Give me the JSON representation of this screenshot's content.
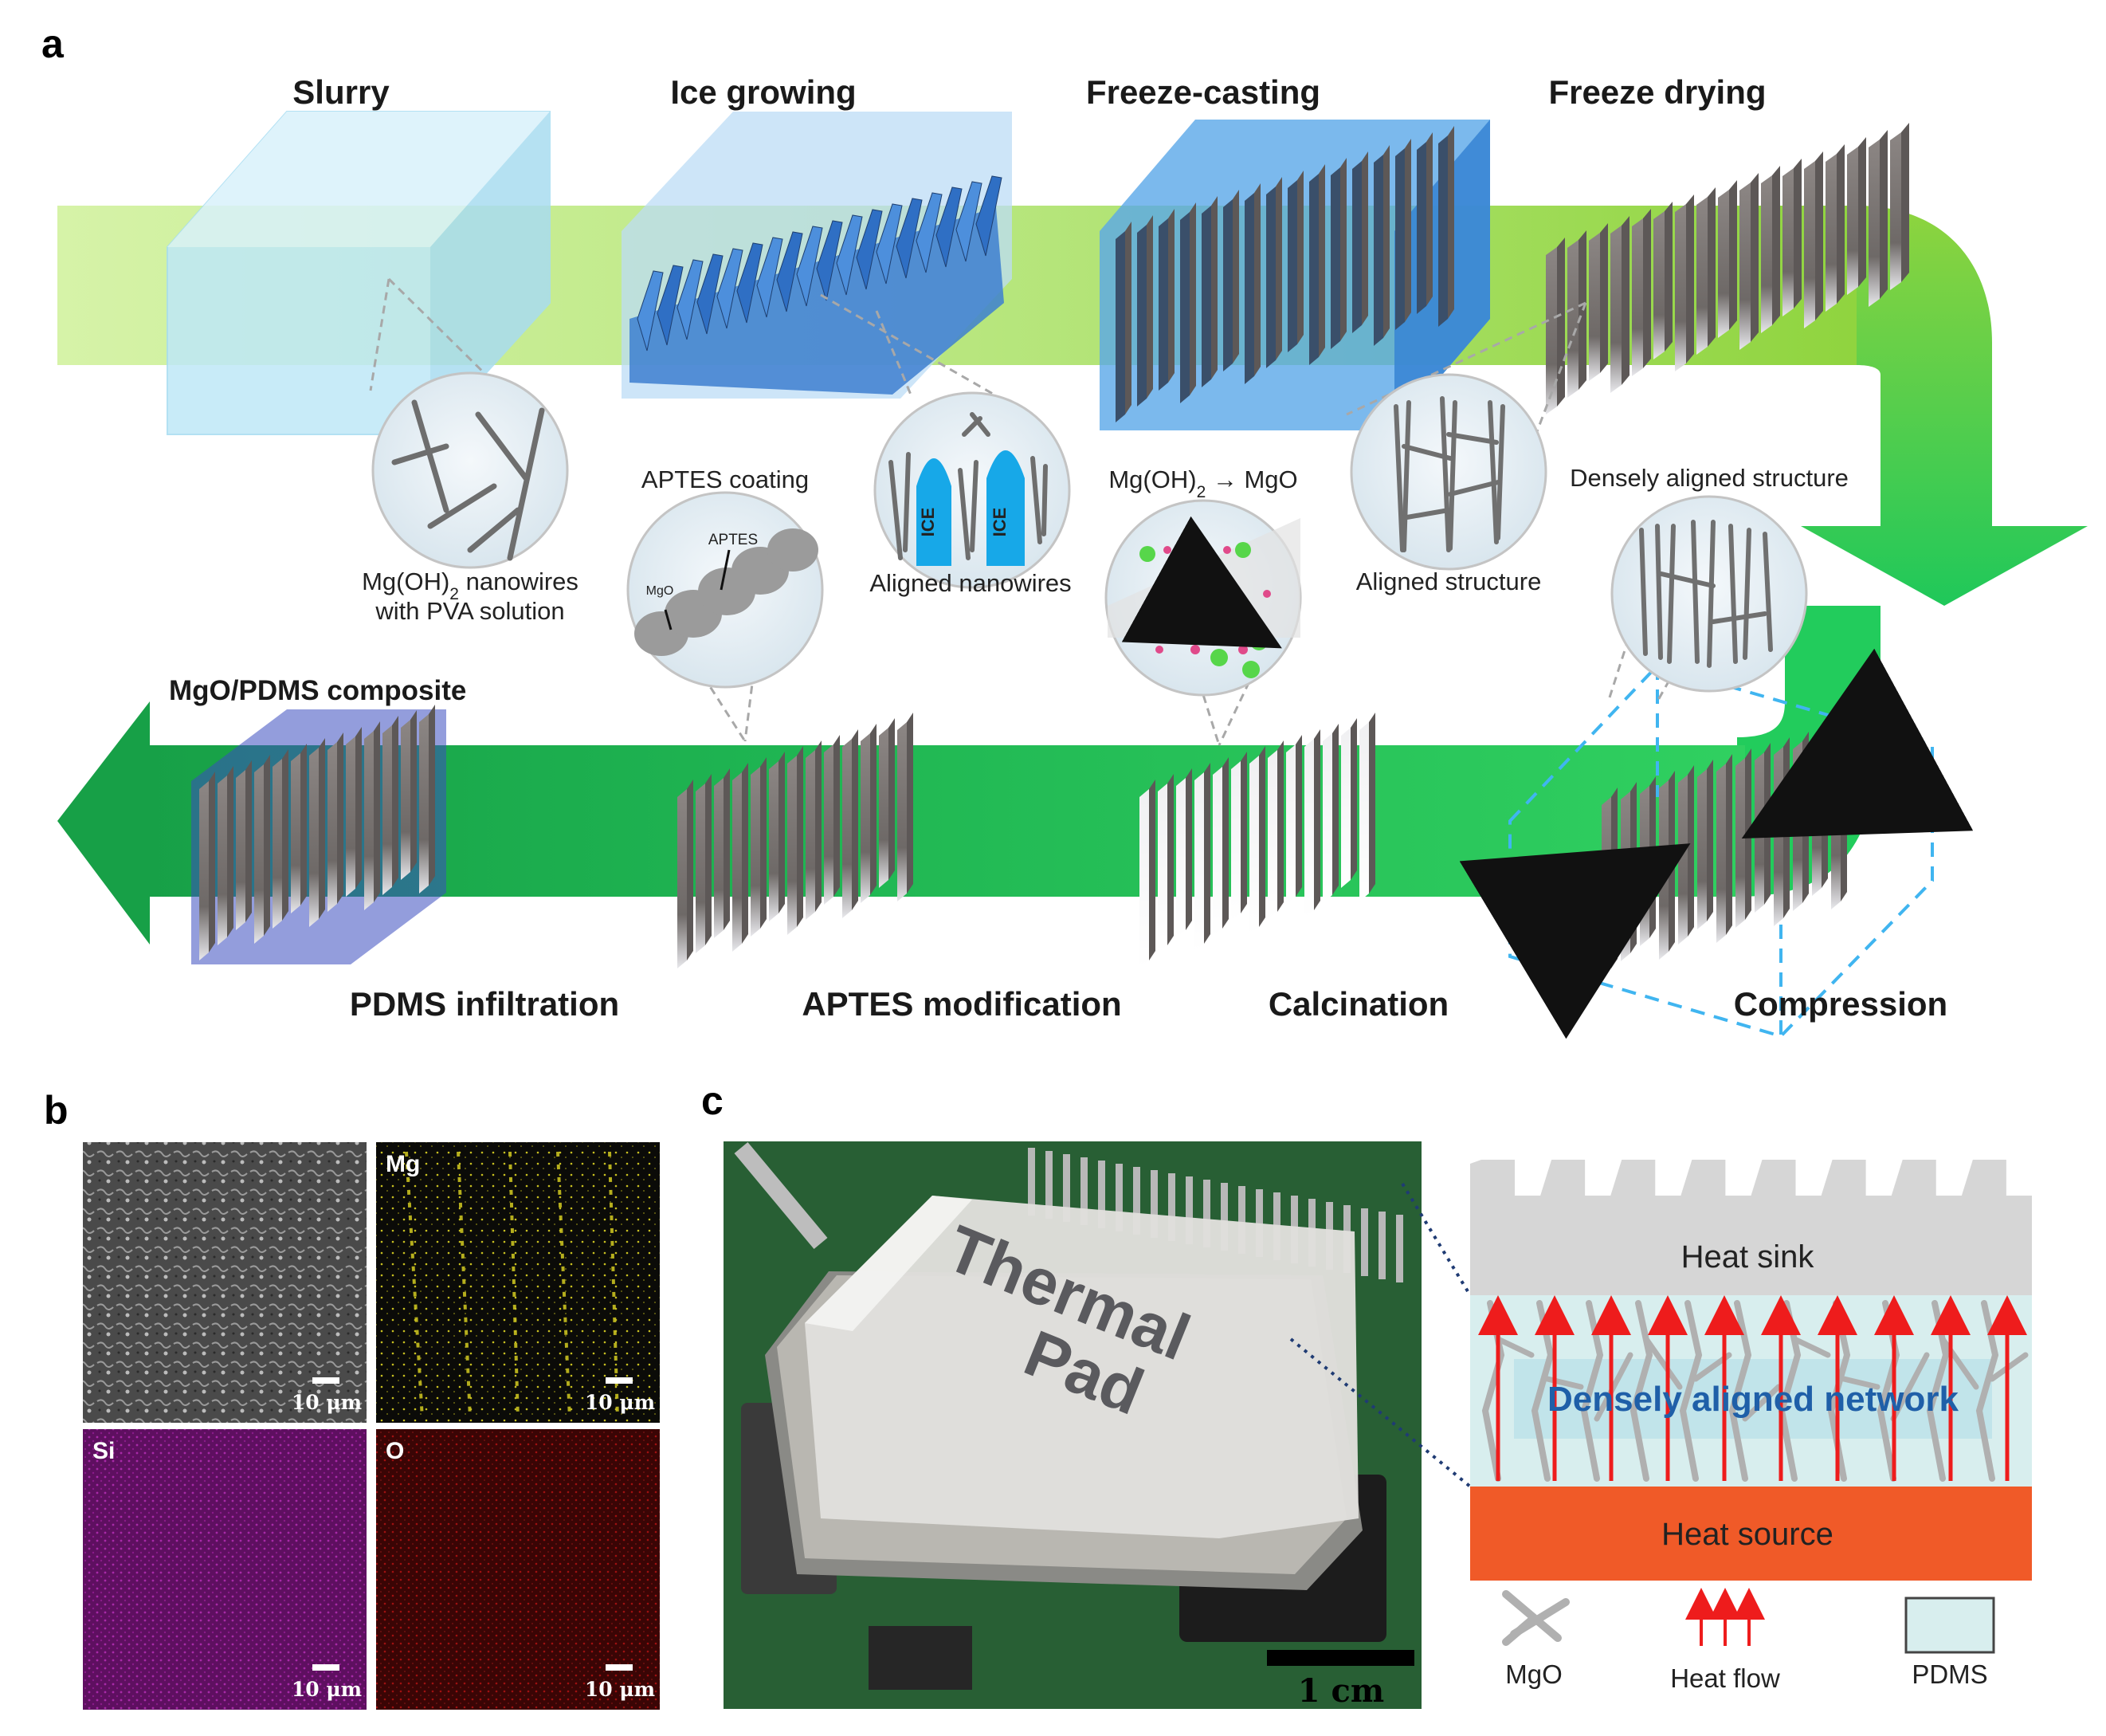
{
  "colors": {
    "arrow_light": "#d6f3a8",
    "arrow_mid": "#8fd43e",
    "arrow_green": "#1fc85a",
    "arrow_dark": "#17a047",
    "ice_blue": "#5aa7e8",
    "slurry_blue": "#bfe8f7",
    "wall_gray": "#7f7a78",
    "pdms_fill": "#d8eeee",
    "heat_source": "#f05a28",
    "heat_sink": "#d6d6d6",
    "heat_flow": "#ee1c1c",
    "network_text": "#1f5fa8",
    "mg_map": "#c8c020",
    "si_map": "#8a1a8a",
    "o_map": "#8a0d0d",
    "compress_box": "#40b5f0"
  },
  "panel_a": {
    "panel_label": "a",
    "top_steps": [
      "Slurry",
      "Ice growing",
      "Freeze-casting",
      "Freeze drying"
    ],
    "bottom_steps": [
      "PDMS infiltration",
      "APTES modification",
      "Calcination",
      "Compression"
    ],
    "composite_label": "MgO/PDMS composite",
    "callouts": {
      "nanowires_line1": "Mg(OH)",
      "nanowires_sub": "2",
      "nanowires_line1_tail": " nanowires",
      "nanowires_line2": "with PVA solution",
      "aptes_coating": "APTES coating",
      "aptes_inner": "APTES",
      "mgo_inner": "MgO",
      "aligned_nanowires": "Aligned nanowires",
      "ice_label": "ICE",
      "conversion_pre": "Mg(OH)",
      "conversion_sub": "2",
      "conversion_post": " → MgO",
      "aligned_structure": "Aligned structure",
      "densely_aligned_structure": "Densely aligned structure"
    }
  },
  "panel_b": {
    "panel_label": "b",
    "maps": [
      "",
      "Mg",
      "Si",
      "O"
    ],
    "scale_bar": "10 μm"
  },
  "panel_c": {
    "panel_label": "c",
    "pad_line1": "Thermal",
    "pad_line2": "Pad",
    "scale_bar": "1 cm",
    "heat_sink": "Heat sink",
    "heat_source": "Heat source",
    "network_label": "Densely aligned network",
    "legend": [
      "MgO",
      "Heat flow",
      "PDMS"
    ]
  }
}
